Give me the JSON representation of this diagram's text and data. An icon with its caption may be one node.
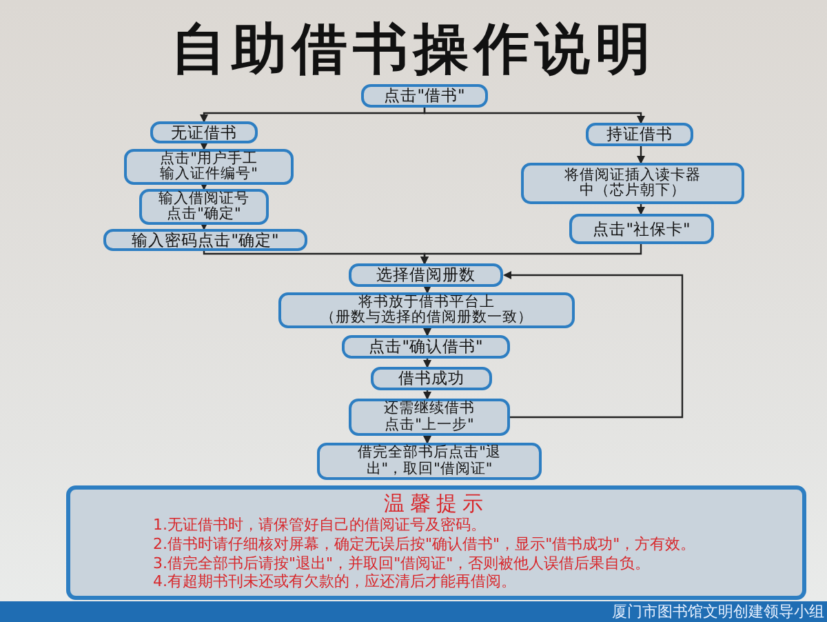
{
  "diagram": {
    "title": "自助借书操作说明",
    "nodes": [
      {
        "text": [
          "点击\"借书\""
        ]
      },
      {
        "text": [
          "无证借书"
        ]
      },
      {
        "text": [
          "点击\"用户手工输入证件编号\""
        ]
      },
      {
        "text": [
          "输入借阅证号点击\"确定\""
        ]
      },
      {
        "text": [
          "输入密码点击\"确定\""
        ]
      },
      {
        "text": [
          "持证借书"
        ]
      },
      {
        "text": [
          "将借阅证插入读卡器中（芯片朝下）"
        ]
      },
      {
        "text": [
          "点击\"社保卡\""
        ]
      },
      {
        "text": [
          "选择借阅册数"
        ]
      },
      {
        "text": [
          "将书放于借书平台上",
          "（册数与选择的借阅册数一致）"
        ]
      },
      {
        "text": [
          "点击\"确认借书\""
        ]
      },
      {
        "text": [
          "借书成功"
        ]
      },
      {
        "text": [
          "还需继续借书点击\"上一步\""
        ]
      },
      {
        "text": [
          "借完全部书后点击\"退出\"，取回\"借阅证\""
        ]
      },
      {
        "text": [
          "温馨提示",
          "1.无证借书时，请保管好自己的借阅证号及密码。",
          "2.借书时请仔细核对屏幕，确定无误后按\"确认借书\"，显示\"借书成功\"，方有效。",
          "3.借完全部书后请按\"退出\"，并取回\"借阅证\"，否则被他人误借后果自负。",
          "4.有超期书刊未还或有欠款的，应还清后才能再借阅。"
        ]
      }
    ],
    "edges": [
      {
        "from": 0,
        "to": 1,
        "arrow": "to"
      },
      {
        "from": 0,
        "to": 5,
        "arrow": "to"
      },
      {
        "from": 1,
        "to": 2,
        "arrow": "to"
      },
      {
        "from": 2,
        "to": 3,
        "arrow": "to"
      },
      {
        "from": 3,
        "to": 4,
        "arrow": "to"
      },
      {
        "from": 5,
        "to": 6,
        "arrow": "to"
      },
      {
        "from": 6,
        "to": 7,
        "arrow": "to"
      },
      {
        "from": 4,
        "to": 8,
        "arrow": "to"
      },
      {
        "from": 7,
        "to": 8,
        "arrow": "to"
      },
      {
        "from": 8,
        "to": 9,
        "arrow": "to"
      },
      {
        "from": 9,
        "to": 10,
        "arrow": "to"
      },
      {
        "from": 10,
        "to": 11,
        "arrow": "to"
      },
      {
        "from": 11,
        "to": 12,
        "arrow": "to"
      },
      {
        "from": 12,
        "to": 13,
        "arrow": "to"
      },
      {
        "from": 12,
        "to": 8,
        "arrow": "to"
      }
    ],
    "labels": [
      "厦门市图书馆文明创建领导小组"
    ]
  }
}
